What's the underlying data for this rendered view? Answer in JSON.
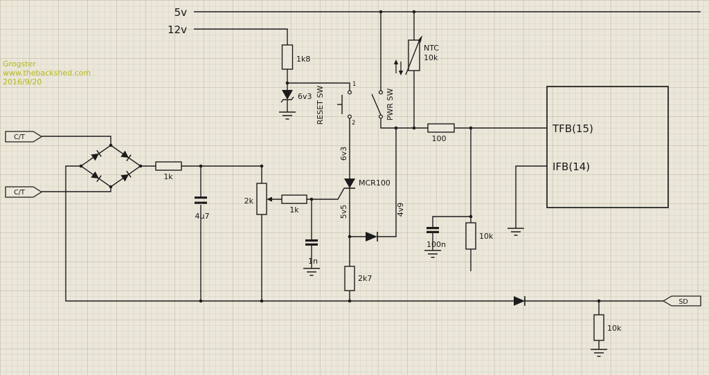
{
  "watermark": {
    "author": "Grogster",
    "site": "www.thebackshed.com",
    "date": "2016/9/20"
  },
  "rails": {
    "v5": "5v",
    "v12": "12v"
  },
  "connectors": {
    "ct_top": "C/T",
    "ct_bottom": "C/T",
    "sd": "SD"
  },
  "ic": {
    "tfb": "TFB(15)",
    "ifb": "IFB(14)"
  },
  "switches": {
    "reset": "RESET SW",
    "power": "PWR SW",
    "pin1": "1",
    "pin2": "2"
  },
  "parts": {
    "r1k8": "1k8",
    "zener": "6v3",
    "ntc_name": "NTC",
    "ntc_value": "10k",
    "r100": "100",
    "r1k_in": "1k",
    "c4u7": "4µ7",
    "pot2k": "2k",
    "r1k_gate": "1k",
    "scr": "MCR100",
    "c1n": "1n",
    "r2k7": "2k7",
    "c100n": "100n",
    "r10k_fb": "10k",
    "r10k_sd": "10k"
  },
  "nets": {
    "anode": "6v3",
    "cathode": "5v5",
    "supply": "4v9"
  },
  "colors": {
    "ink": "#1c1c1c",
    "paper": "#ebe7da",
    "watermark": "#b4b81a"
  }
}
